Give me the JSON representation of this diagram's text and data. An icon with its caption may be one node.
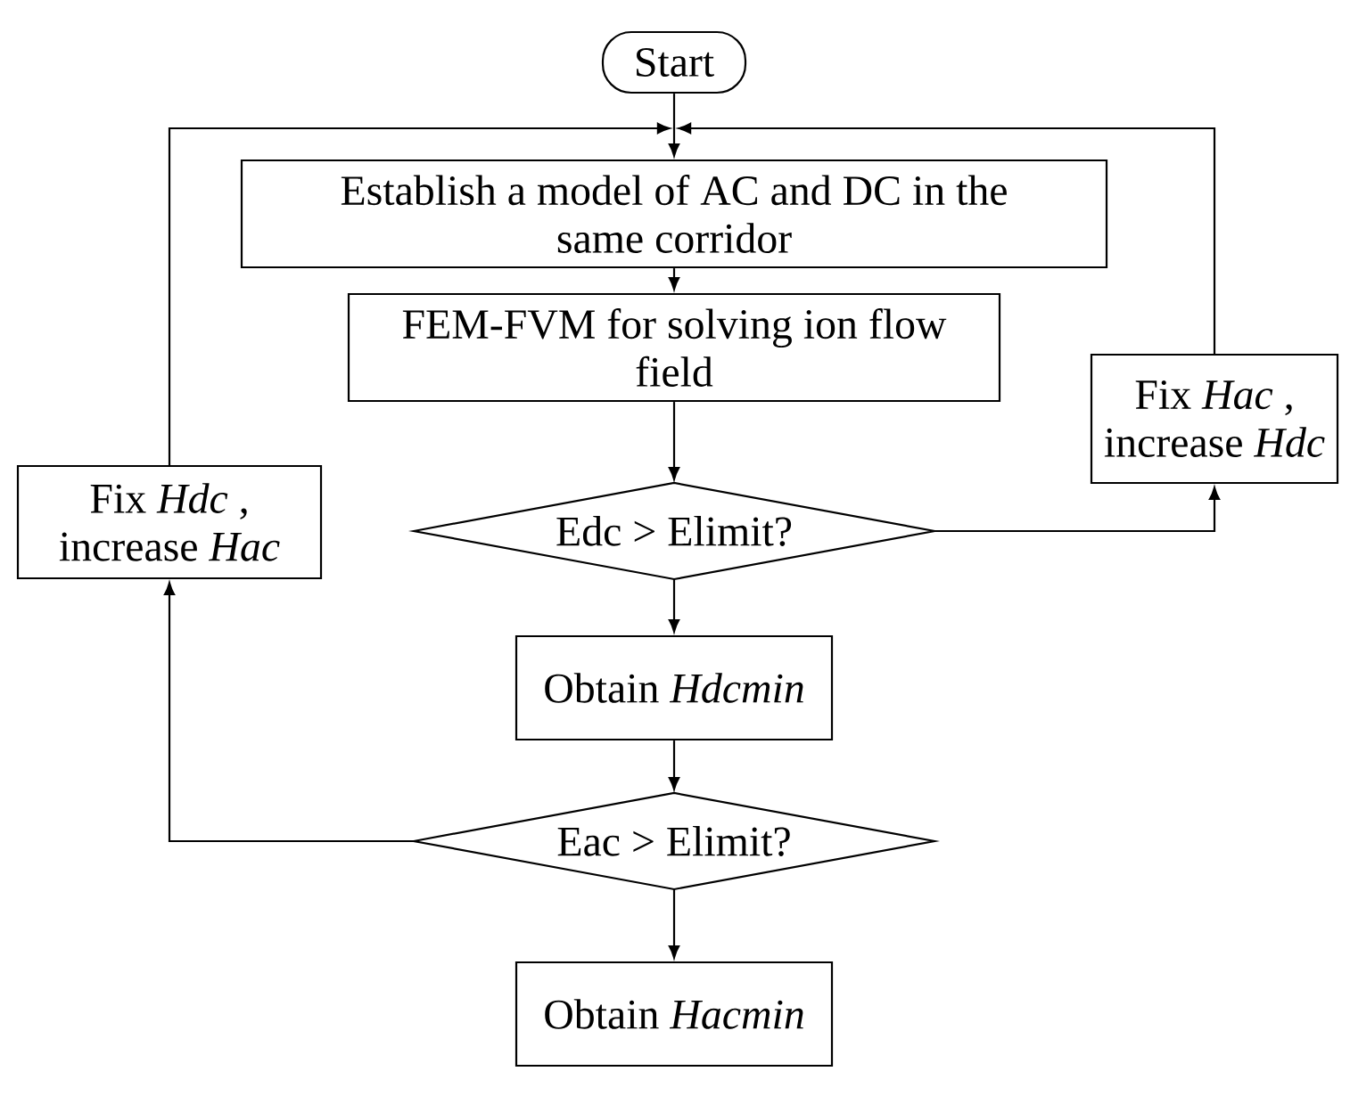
{
  "diagram": {
    "nodes": [
      {
        "text": [
          "Start"
        ]
      },
      {
        "text": [
          "Establish a model of AC and DC in the same corridor"
        ]
      },
      {
        "text": [
          "FEM-FVM for solving ion flow field"
        ]
      },
      {
        "text": [
          "Edc > Elimit?"
        ]
      },
      {
        "text": [
          "Fix *Hac* , increase *Hdc*"
        ]
      },
      {
        "text": [
          "Fix *Hdc* , increase *Hac*"
        ]
      },
      {
        "text": [
          "Obtain *Hdcmin*"
        ]
      },
      {
        "text": [
          "Eac > Elimit?"
        ]
      },
      {
        "text": [
          "Obtain *Hacmin*"
        ]
      }
    ],
    "edges": [
      {
        "from": 0,
        "to": 1,
        "arrow": "to"
      },
      {
        "from": 1,
        "to": 2,
        "arrow": "to"
      },
      {
        "from": 2,
        "to": 3,
        "arrow": "to"
      },
      {
        "from": 3,
        "to": 4,
        "arrow": "to"
      },
      {
        "from": 4,
        "to": 1,
        "arrow": "to"
      },
      {
        "from": 3,
        "to": 6,
        "arrow": "to"
      },
      {
        "from": 6,
        "to": 7,
        "arrow": "to"
      },
      {
        "from": 7,
        "to": 5,
        "arrow": "to"
      },
      {
        "from": 5,
        "to": 1,
        "arrow": "to"
      },
      {
        "from": 7,
        "to": 8,
        "arrow": "to"
      }
    ]
  }
}
